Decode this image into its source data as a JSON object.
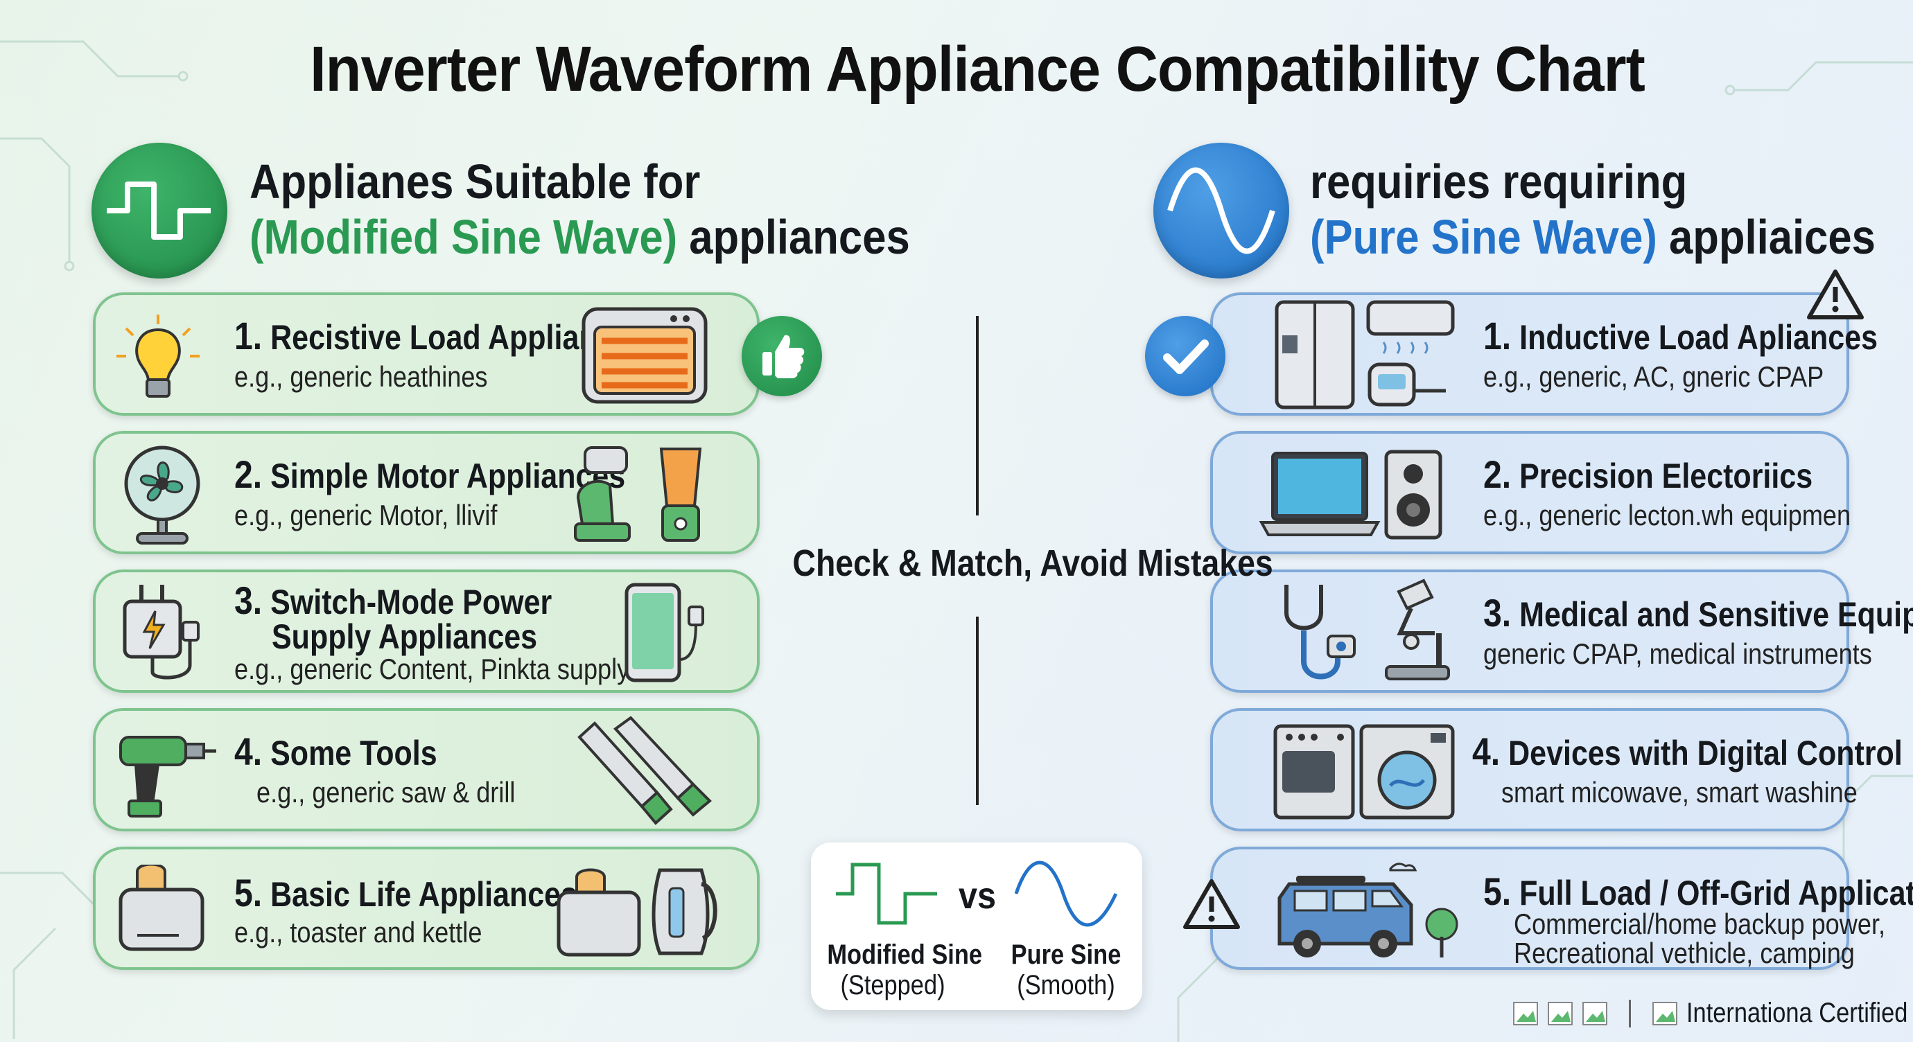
{
  "title": "Inverter Waveform Appliance Compatibility Chart",
  "left": {
    "heading_line1": "Applianes Suitable for",
    "heading_highlight": "(Modified Sine Wave)",
    "heading_tail": "appliances",
    "items": [
      {
        "num": "1.",
        "title": "Recistive Load Appliances",
        "desc": "e.g., generic heathines"
      },
      {
        "num": "2.",
        "title": "Simple Motor Appliances",
        "desc": "e.g., generic Motor, llivif"
      },
      {
        "num": "3.",
        "title": "Switch-Mode Power",
        "title2": "Supply Appliances",
        "desc": "e.g., generic Content, Pinkta supply"
      },
      {
        "num": "4.",
        "title": "Some Tools",
        "desc": "e.g., generic saw & drill"
      },
      {
        "num": "5.",
        "title": "Basic Life Appliances",
        "desc": "e.g., toaster and kettle"
      }
    ]
  },
  "right": {
    "heading_line1": "requiries requiring",
    "heading_highlight": "(Pure Sine Wave)",
    "heading_tail": "appliaices",
    "items": [
      {
        "num": "1.",
        "title": "Inductive Load Apliances",
        "desc": "e.g., generic, AC, gneric CPAP"
      },
      {
        "num": "2.",
        "title": "Precision Electoriics",
        "desc": "e.g., generic lecton.wh equipmen"
      },
      {
        "num": "3.",
        "title": "Medical and Sensitive Equipment",
        "desc": "generic CPAP, medical instruments"
      },
      {
        "num": "4.",
        "title": "Devices with Digital Control",
        "desc": "smart micowave, smart washine"
      },
      {
        "num": "5.",
        "title": "Full Load / Off-Grid Applications",
        "desc": "Commercial/home backup power,",
        "desc2": "Recreational vethicle, camping"
      }
    ]
  },
  "center": {
    "label": "Check & Match, Avoid Mistakes",
    "vs": "vs",
    "modified_label": "Modified Sine",
    "modified_sub": "(Stepped)",
    "pure_label": "Pure Sine",
    "pure_sub": "(Smooth)"
  },
  "footer": {
    "text": "Internationa Certified"
  },
  "colors": {
    "green": "#2a9a52",
    "blue": "#2273c9",
    "left_border": "#7fc48f",
    "right_border": "#7fa9d8"
  }
}
